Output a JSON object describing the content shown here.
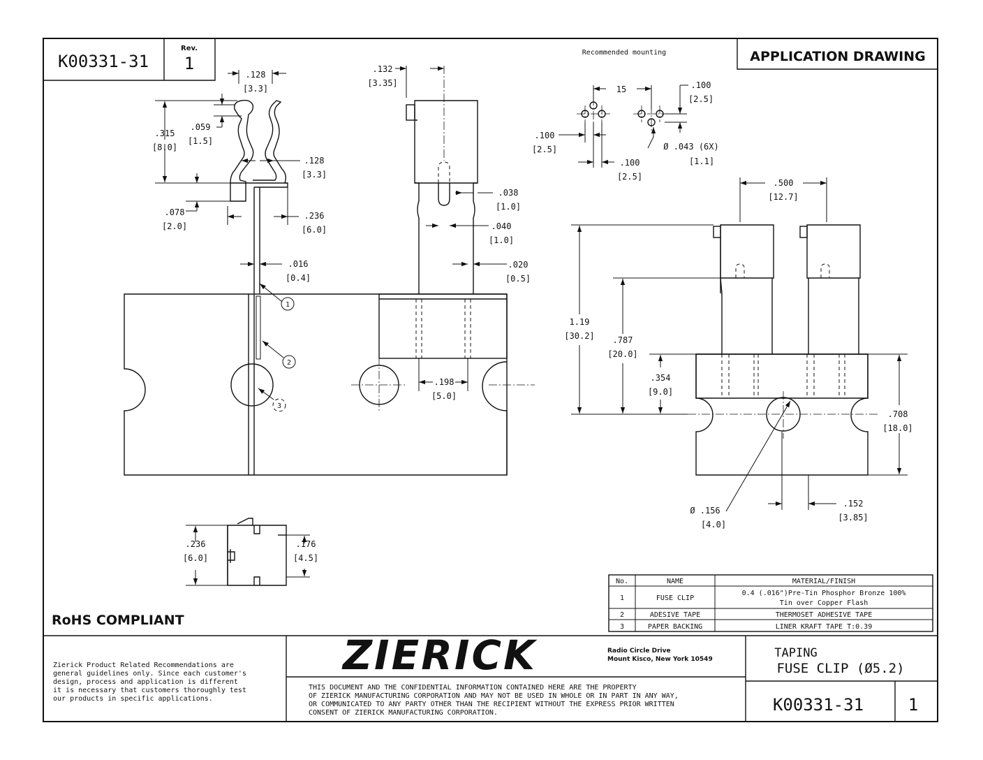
{
  "title_block": {
    "part_number": "K00331-31",
    "rev_label": "Rev.",
    "rev_value": "1",
    "drawing_type": "APPLICATION DRAWING",
    "recommended_mounting": "Recommended mounting",
    "rohs": "RoHS COMPLIANT",
    "disclaimer": [
      "Zierick Product Related Recommendations are",
      "general guidelines only. Since each customer's",
      "design, process and application is different",
      "it is necessary that customers thoroughly test",
      "our products in specific applications."
    ],
    "company": "ZIERICK",
    "address": [
      "Radio Circle Drive",
      "Mount Kisco, New York 10549"
    ],
    "confidential": [
      "THIS DOCUMENT AND THE CONFIDENTIAL INFORMATION CONTAINED HERE ARE THE PROPERTY",
      "OF ZIERICK MANUFACTURING CORPORATION AND MAY NOT BE USED IN WHOLE OR IN PART IN ANY WAY,",
      "OR COMMUNICATED TO ANY PARTY OTHER THAN THE RECIPIENT WITHOUT THE EXPRESS PRIOR WRITTEN",
      "CONSENT OF ZIERICK MANUFACTURING CORPORATION."
    ],
    "desc_line1": "TAPING",
    "desc_line2": "FUSE CLIP  (Ø5.2)",
    "part_number_bottom": "K00331-31",
    "rev_bottom": "1"
  },
  "bom": {
    "headers": [
      "No.",
      "NAME",
      "MATERIAL/FINISH"
    ],
    "rows": [
      {
        "no": "1",
        "name": "FUSE CLIP",
        "material": [
          "0.4 (.016\")Pre-Tin Phosphor Bronze 100%",
          "Tin over Copper Flash"
        ]
      },
      {
        "no": "2",
        "name": "ADESIVE TAPE",
        "material": [
          "THERMOSET ADHESIVE TAPE"
        ]
      },
      {
        "no": "3",
        "name": "PAPER BACKING",
        "material": [
          "LINER KRAFT TAPE T:0.39"
        ]
      }
    ]
  },
  "dimensions": {
    "d128a": ".128",
    "d128a_mm": "[3.3]",
    "d315": ".315",
    "d315_mm": "[8.0]",
    "d059": ".059",
    "d059_mm": "[1.5]",
    "d128b": ".128",
    "d128b_mm": "[3.3]",
    "d078": ".078",
    "d078_mm": "[2.0]",
    "d236": ".236",
    "d236_mm": "[6.0]",
    "d016": ".016",
    "d016_mm": "[0.4]",
    "d132": ".132",
    "d132_mm": "[3.35]",
    "d038": ".038",
    "d038_mm": "[1.0]",
    "d040": ".040",
    "d040_mm": "[1.0]",
    "d020": ".020",
    "d020_mm": "[0.5]",
    "d198": ".198",
    "d198_mm": "[5.0]",
    "m15": "15",
    "m100a": ".100",
    "m100a_mm": "[2.5]",
    "m100b": ".100",
    "m100b_mm": "[2.5]",
    "m100c": ".100",
    "m100c_mm": "[2.5]",
    "m043": "Ø  .043 (6X)",
    "m043_mm": "[1.1]",
    "d500": ".500",
    "d500_mm": "[12.7]",
    "d119": "1.19",
    "d119_mm": "[30.2]",
    "d787": ".787",
    "d787_mm": "[20.0]",
    "d354": ".354",
    "d354_mm": "[9.0]",
    "d708": ".708",
    "d708_mm": "[18.0]",
    "d156": "Ø  .156",
    "d156_mm": "[4.0]",
    "d152": ".152",
    "d152_mm": "[3.85]",
    "s236": ".236",
    "s236_mm": "[6.0]",
    "s176": ".176",
    "s176_mm": "[4.5]"
  },
  "balloons": {
    "b1": "1",
    "b2": "2",
    "b3": "3"
  }
}
